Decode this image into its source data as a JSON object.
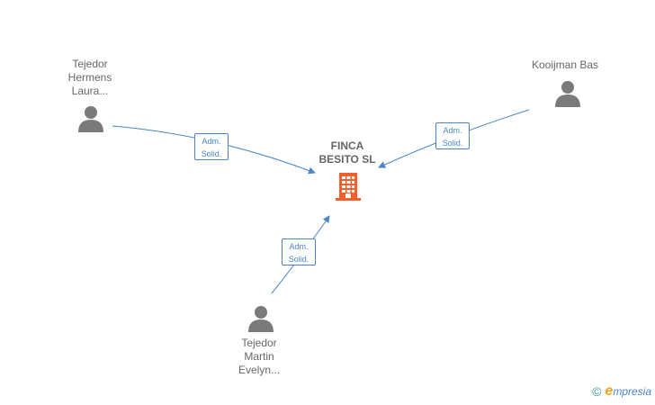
{
  "company": {
    "name_lines": [
      "FINCA",
      "BESITO  SL"
    ],
    "icon": "building-icon",
    "color": "#f0612e"
  },
  "people": [
    {
      "id": "tejedor-hermens",
      "name_lines": [
        "Tejedor",
        "Hermens",
        "Laura..."
      ],
      "icon": "person-icon"
    },
    {
      "id": "kooijman-bas",
      "name_lines": [
        "Kooijman Bas"
      ],
      "icon": "person-icon"
    },
    {
      "id": "tejedor-martin",
      "name_lines": [
        "Tejedor",
        "Martin",
        "Evelyn..."
      ],
      "icon": "person-icon"
    }
  ],
  "relations": [
    {
      "from": "tejedor-hermens",
      "label_lines": [
        "Adm.",
        "Solid."
      ]
    },
    {
      "from": "kooijman-bas",
      "label_lines": [
        "Adm.",
        "Solid."
      ]
    },
    {
      "from": "tejedor-martin",
      "label_lines": [
        "Adm.",
        "Solid."
      ]
    }
  ],
  "colors": {
    "edge": "#4a86c8",
    "person": "#7a7a7a",
    "label_text": "#666666"
  },
  "footer": {
    "copyright": "©",
    "brand_initial": "e",
    "brand_rest": "mpresia"
  }
}
